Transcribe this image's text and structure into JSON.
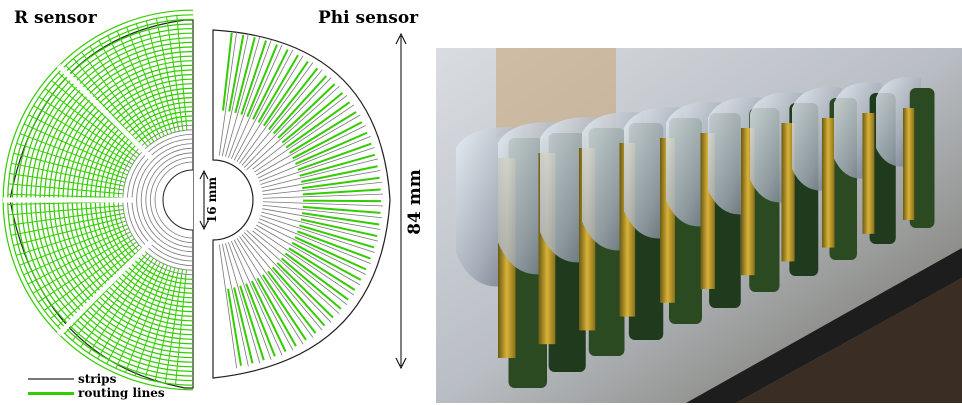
{
  "left_panel": {
    "r_sensor_title": "R sensor",
    "phi_sensor_title": "Phi sensor",
    "dimension_inner": "16 mm",
    "dimension_outer": "84 mm",
    "legend": [
      {
        "label": "strips",
        "color": "#777777"
      },
      {
        "label": "routing lines",
        "color": "#33cc00"
      }
    ]
  },
  "colors": {
    "strip": "#777777",
    "routing": "#33cc00",
    "outline": "#222222"
  },
  "right_panel": {
    "image_subject": "photo of stacked detector modules on a carbon fibre rail"
  }
}
